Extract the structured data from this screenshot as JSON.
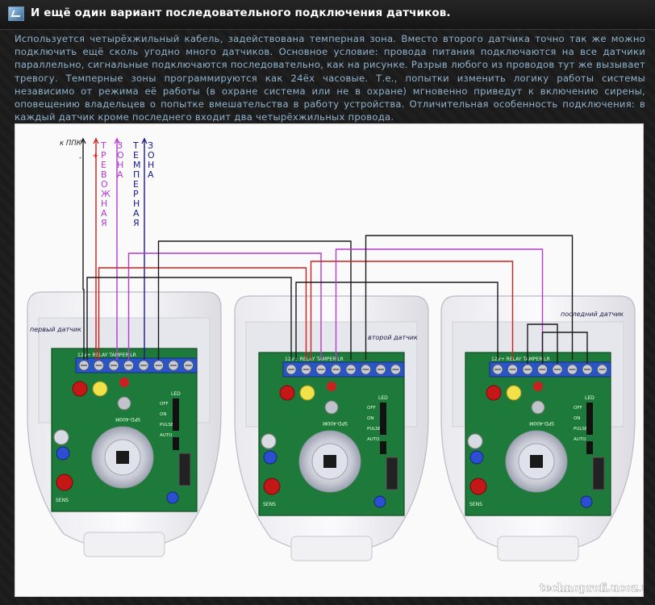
{
  "header": {
    "title": "И ещё один вариант последовательного подключения датчиков.",
    "icon": "diagram-icon"
  },
  "article": {
    "paragraph": "Используется четырёхжильный кабель, задействована темперная зона. Вместо второго датчика точно так же можно подключить ещё сколь угодно много датчиков. Основное условие: провода питания подключаются на все датчики параллельно, сигнальные подключаются последовательно, как на рисунке. Разрыв любого из проводов тут же вызывает тревогу. Темперные зоны программируются как 24ёх часовые. Т.е., попытки изменить логику работы системы независимо от режима её работы (в охране система или не в охране) мгновенно приведут к включению сирены, оповещению владельцев о попытке вмешательства в работу устройства. Отличительная особенность подключения: в каждый датчик кроме последнего входит два четырёхжильных провода."
  },
  "diagram": {
    "ppk_label": "к ППК",
    "minus": "-",
    "plus": "+",
    "wire_labels": [
      "ТРЕВОЖНАЯ",
      "ЗОНА",
      "ТЕМПЕРНАЯ",
      "ЗОНА"
    ],
    "sensor_labels": [
      "первый датчик",
      "второй датчик",
      "последний датчик"
    ],
    "terminal_labels": [
      "12V+",
      "RELAY",
      "TAMPER",
      "LR"
    ],
    "switch_labels": [
      "LED",
      "OFF",
      "ON",
      "PULSE",
      "AUTO"
    ],
    "board_labels": {
      "model": "SPD-400M",
      "sens": "SENS"
    },
    "watermark": "technoprofi.ucoz.ua",
    "colors": {
      "power_minus": "#1a1a1a",
      "power_plus": "#cc1f1f",
      "alarm_zone": "#b43bd0",
      "tamper_zone": "#1a1a8a",
      "board": "#1e7a3a",
      "terminal": "#2a55c8",
      "title_text": "#ffffff",
      "body_text": "#8fb3cc"
    }
  }
}
